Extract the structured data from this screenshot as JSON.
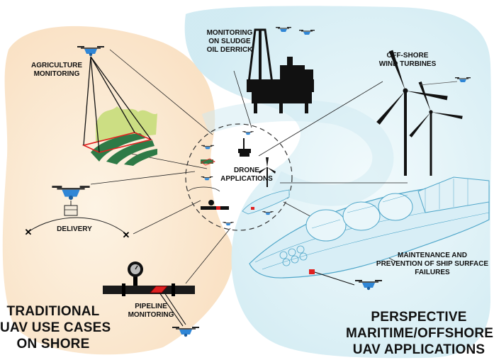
{
  "labels": {
    "agriculture": [
      "AGRICULTURE",
      "MONITORING"
    ],
    "oil_derrick": [
      "MONITORING",
      "ON SLUDGE",
      "OIL DERRICK"
    ],
    "wind_turbines": [
      "OFF-SHORE",
      "WIND TURBINES"
    ],
    "center": [
      "DRONE",
      "APPLICATIONS"
    ],
    "delivery": "DELIVERY",
    "pipeline": [
      "PIPELINE",
      "MONITORING"
    ],
    "ship": [
      "MAINTENANCE AND",
      "PREVENTION OF SHIP SURFACE",
      "FAILURES"
    ],
    "traditional": [
      "TRADITIONAL",
      "UAV USE CASES",
      "ON SHORE"
    ],
    "perspective": [
      "PERSPECTIVE",
      "MARITIME/OFFSHORE",
      "UAV APPLICATIONS"
    ]
  },
  "colors": {
    "shore_region": "#fbe9d2",
    "sea_region": "#dff2f6",
    "drone_blue": "#2f86d6",
    "ship_wire": "#4fa6c9",
    "crop_green": "#2e7a46",
    "highlight_red": "#e02020"
  },
  "icons": [
    "drone-icon",
    "oil-rig-icon",
    "wind-turbine-icon",
    "ship-icon",
    "pipeline-icon",
    "package-icon",
    "crop-field-icon"
  ]
}
